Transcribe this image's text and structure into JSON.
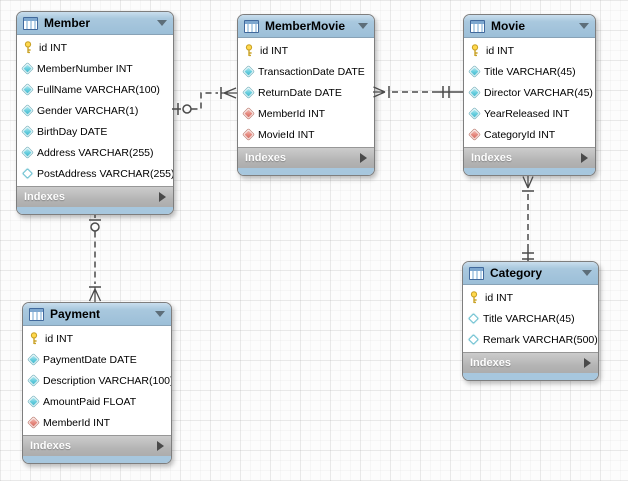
{
  "diagram": {
    "tool": "EER diagram (crow's-foot ERD)",
    "tables": [
      {
        "name": "Member",
        "footer": "Indexes",
        "columns": [
          {
            "label": "id INT",
            "icon": "primary-key"
          },
          {
            "label": "MemberNumber INT",
            "icon": "column"
          },
          {
            "label": "FullName VARCHAR(100)",
            "icon": "column"
          },
          {
            "label": "Gender VARCHAR(1)",
            "icon": "column"
          },
          {
            "label": "BirthDay DATE",
            "icon": "column"
          },
          {
            "label": "Address VARCHAR(255)",
            "icon": "column"
          },
          {
            "label": "PostAddress VARCHAR(255)",
            "icon": "column-nullable"
          }
        ]
      },
      {
        "name": "MemberMovie",
        "footer": "Indexes",
        "columns": [
          {
            "label": "id INT",
            "icon": "primary-key"
          },
          {
            "label": "TransactionDate DATE",
            "icon": "column"
          },
          {
            "label": "ReturnDate DATE",
            "icon": "column"
          },
          {
            "label": "MemberId INT",
            "icon": "foreign-key"
          },
          {
            "label": "MovieId INT",
            "icon": "foreign-key"
          }
        ]
      },
      {
        "name": "Movie",
        "footer": "Indexes",
        "columns": [
          {
            "label": "id INT",
            "icon": "primary-key"
          },
          {
            "label": "Title VARCHAR(45)",
            "icon": "column"
          },
          {
            "label": "Director VARCHAR(45)",
            "icon": "column"
          },
          {
            "label": "YearReleased INT",
            "icon": "column"
          },
          {
            "label": "CategoryId INT",
            "icon": "foreign-key"
          }
        ]
      },
      {
        "name": "Category",
        "footer": "Indexes",
        "columns": [
          {
            "label": "id INT",
            "icon": "primary-key"
          },
          {
            "label": "Title VARCHAR(45)",
            "icon": "column-nullable"
          },
          {
            "label": "Remark VARCHAR(500)",
            "icon": "column-nullable"
          }
        ]
      },
      {
        "name": "Payment",
        "footer": "Indexes",
        "columns": [
          {
            "label": "id INT",
            "icon": "primary-key"
          },
          {
            "label": "PaymentDate DATE",
            "icon": "column"
          },
          {
            "label": "Description VARCHAR(100)",
            "icon": "column"
          },
          {
            "label": "AmountPaid FLOAT",
            "icon": "column"
          },
          {
            "label": "MemberId INT",
            "icon": "foreign-key"
          }
        ]
      }
    ],
    "relationships": [
      {
        "from": "Member",
        "from_notation": "zero-or-one (bar + circle)",
        "to": "MemberMovie",
        "to_notation": "many (crow's foot + bar)",
        "style": "dashed"
      },
      {
        "from": "Movie",
        "from_notation": "exactly-one (double bar)",
        "to": "MemberMovie",
        "to_notation": "many (crow's foot + bar)",
        "style": "dashed"
      },
      {
        "from": "Category",
        "from_notation": "exactly-one (double bar)",
        "to": "Movie",
        "to_notation": "many (crow's foot + bar)",
        "style": "dashed"
      },
      {
        "from": "Member",
        "from_notation": "zero-or-one (bar + circle)",
        "to": "Payment",
        "to_notation": "many (crow's foot + bar)",
        "style": "dashed"
      }
    ],
    "colors": {
      "header_blue": "#a4c3da",
      "footer_gray": "#b5b5b5",
      "column_diamond": "#63ccdd",
      "fk_diamond": "#e4867c",
      "key_gold": "#ffd84d",
      "connector": "#4a4a4a",
      "canvas": "#fcfcfc"
    }
  }
}
